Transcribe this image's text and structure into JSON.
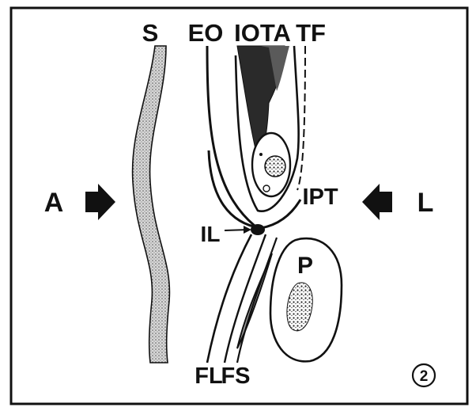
{
  "labels": {
    "s": "S",
    "eo": "EO",
    "iota": "IOTA",
    "tf": "TF",
    "a": "A",
    "l": "L",
    "ipt": "IPT",
    "il": "IL",
    "p": "P",
    "fl": "FL",
    "fs": "FS",
    "figure_number": "2"
  },
  "colors": {
    "ink": "#111111",
    "paper": "#ffffff",
    "shade": "#9a9a9a"
  }
}
